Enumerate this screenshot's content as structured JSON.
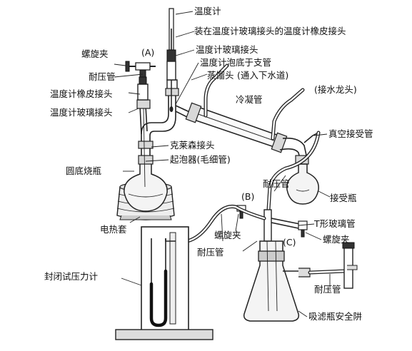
{
  "labels": {
    "thermometer": "温度计",
    "thermo_rubber_adapter_top": "装在温度计玻璃接头的温度计橡皮接头",
    "thermo_glass_adapter_top": "温度计玻璃接头",
    "thermo_bulb": "温度计泡底于支管",
    "still_head": "蒸馏头",
    "to_drain": "(通入下水道)",
    "condenser": "冷凝管",
    "to_tap": "(接水龙头)",
    "screw_clamp_a": "螺旋夹",
    "pressure_tube_a": "耐压管",
    "point_a": "(A)",
    "thermo_rubber_adapter": "温度计橡皮接头",
    "thermo_glass_adapter": "温度计玻璃接头",
    "claisen_adapter": "克莱森接头",
    "bubbler": "起泡器(毛细管)",
    "vacuum_adapter": "真空接受管",
    "round_flask": "圆底烧瓶",
    "pressure_tube_b": "耐压管",
    "point_b": "(B)",
    "receiver_flask": "接受瓶",
    "heating_mantle": "电热套",
    "t_tube": "T形玻璃管",
    "screw_clamp_b": "螺旋夹",
    "point_c": "(C)",
    "screw_clamp_c": "螺旋夹",
    "pressure_tube_c": "耐压管",
    "manometer": "封闭试压力计",
    "pressure_tube_d": "耐压管",
    "safety_trap": "吸滤瓶安全阱"
  }
}
